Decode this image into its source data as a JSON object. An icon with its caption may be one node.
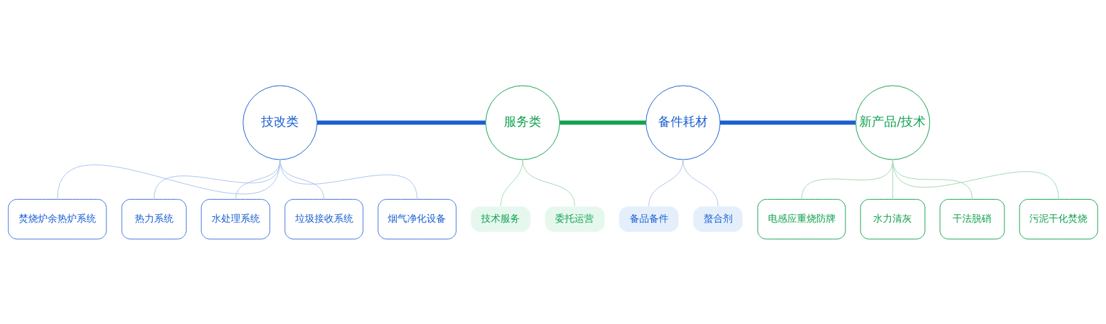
{
  "diagram": {
    "nodes": [
      {
        "text": [
          "技改类"
        ]
      },
      {
        "text": [
          "服务类"
        ]
      },
      {
        "text": [
          "备件耗材"
        ]
      },
      {
        "text": [
          "新产品/技术"
        ]
      },
      {
        "text": [
          "技术服务"
        ]
      },
      {
        "text": [
          "委托运营"
        ]
      },
      {
        "text": [
          "备品备件"
        ]
      },
      {
        "text": [
          "螯合剂"
        ]
      },
      {
        "text": [
          "焚烧炉余热炉系统"
        ]
      },
      {
        "text": [
          "热力系统"
        ]
      },
      {
        "text": [
          "水处理系统"
        ]
      },
      {
        "text": [
          "垃圾接收系统"
        ]
      },
      {
        "text": [
          "烟气净化设备"
        ]
      },
      {
        "text": [
          "电感应重烧防牌"
        ]
      },
      {
        "text": [
          "水力清灰"
        ]
      },
      {
        "text": [
          "干法脱硝"
        ]
      },
      {
        "text": [
          "污泥干化焚烧"
        ]
      }
    ],
    "edges": [
      {
        "from": 0,
        "to": 1,
        "arrow": "none",
        "style": "thick",
        "color": "#1a5fd1"
      },
      {
        "from": 1,
        "to": 2,
        "arrow": "none",
        "style": "thick",
        "color": "#12a150"
      },
      {
        "from": 2,
        "to": 3,
        "arrow": "none",
        "style": "thick",
        "color": "#1a5fd1"
      },
      {
        "from": 1,
        "to": 4,
        "arrow": "none",
        "color": "#9ddbb0"
      },
      {
        "from": 1,
        "to": 5,
        "arrow": "none",
        "color": "#9ddbb0"
      },
      {
        "from": 2,
        "to": 6,
        "arrow": "none"
      },
      {
        "from": 2,
        "to": 7,
        "arrow": "none"
      },
      {
        "from": 0,
        "to": 8,
        "arrow": "none"
      },
      {
        "from": 0,
        "to": 9,
        "arrow": "none"
      },
      {
        "from": 0,
        "to": 10,
        "arrow": "none"
      },
      {
        "from": 0,
        "to": 11,
        "arrow": "none"
      },
      {
        "from": 0,
        "to": 12,
        "arrow": "none"
      },
      {
        "from": 3,
        "to": 13,
        "arrow": "none",
        "color": "#9ddbb0"
      },
      {
        "from": 3,
        "to": 14,
        "arrow": "none",
        "color": "#9ddbb0"
      },
      {
        "from": 3,
        "to": 15,
        "arrow": "none",
        "color": "#9ddbb0"
      },
      {
        "from": 3,
        "to": 16,
        "arrow": "none",
        "color": "#9ddbb0"
      }
    ]
  }
}
